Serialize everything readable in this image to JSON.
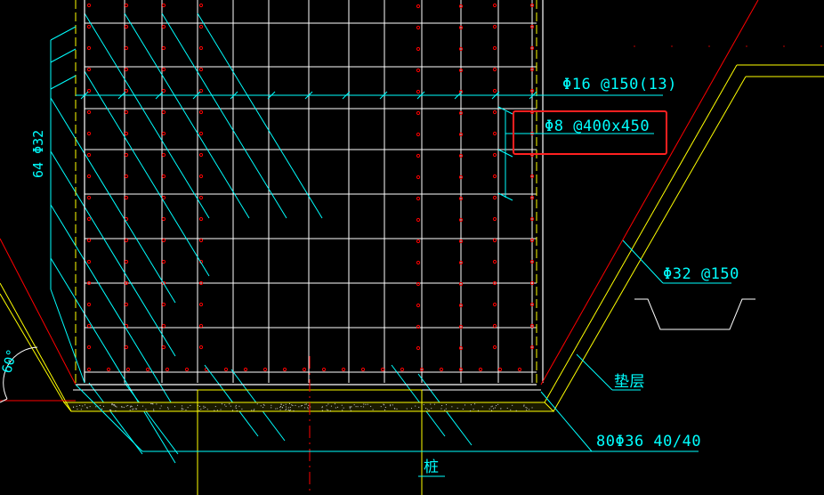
{
  "app": {
    "type": "CAD drawing viewport",
    "background": "#000000"
  },
  "colors": {
    "grid": "#ffffff",
    "cyan": "#00ffff",
    "yellow": "#ffff00",
    "red": "#ff0000",
    "green": "#00ff00",
    "highlight": "#ff2020"
  },
  "labels": {
    "top_rebar": "Φ16 @150(13)",
    "stirrup_highlight": "Φ8 @400x450",
    "side_rebar": "Φ32 @150",
    "vertical_rebar": "64 Φ32",
    "bedding_layer": "垫层",
    "bottom_rebar": "80Φ36 40/40",
    "pile": "桩",
    "angle": "60°"
  }
}
